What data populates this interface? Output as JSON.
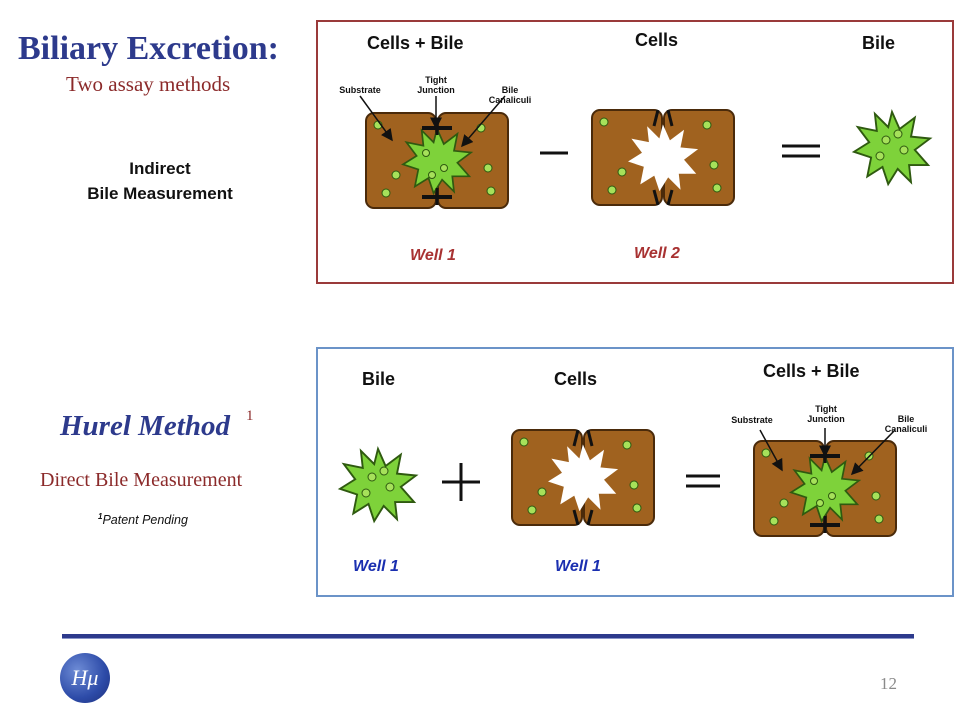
{
  "slide": {
    "title": "Biliary Excretion:",
    "subtitle": "Two assay methods",
    "indirect_line1": "Indirect",
    "indirect_line2": "Bile Measurement",
    "hurel_title": "Hurel Method",
    "hurel_footnote_mark": "1",
    "direct_label": "Direct Bile Measurement",
    "patent_mark": "1",
    "patent_text": "Patent Pending",
    "page_number": "12",
    "logo_text": "Hμ"
  },
  "top_panel": {
    "label_cells_bile": "Cells + Bile",
    "label_cells": "Cells",
    "label_bile": "Bile",
    "substrate": "Substrate",
    "tight_junction": "Tight Junction",
    "bile_canaliculi": "Bile Canaliculi",
    "well_1": "Well 1",
    "well_2": "Well 2",
    "operator_minus": "−",
    "operator_equals": "="
  },
  "bottom_panel": {
    "label_bile": "Bile",
    "label_cells": "Cells",
    "label_cells_bile": "Cells + Bile",
    "substrate": "Substrate",
    "tight_junction": "Tight Junction",
    "bile_canaliculi": "Bile Canaliculi",
    "well_1_a": "Well 1",
    "well_1_b": "Well 1",
    "operator_plus": "+",
    "operator_equals": "="
  },
  "colors": {
    "title_blue": "#2d3a8c",
    "dark_red": "#8b2a2a",
    "cell_brown": "#a0621f",
    "bile_green": "#7ed23a",
    "dot_green": "#a6e15a",
    "top_border": "#9a3a3a",
    "bottom_border": "#6b93c8",
    "well_red": "#a83232",
    "well_blue": "#1a2fb0"
  }
}
